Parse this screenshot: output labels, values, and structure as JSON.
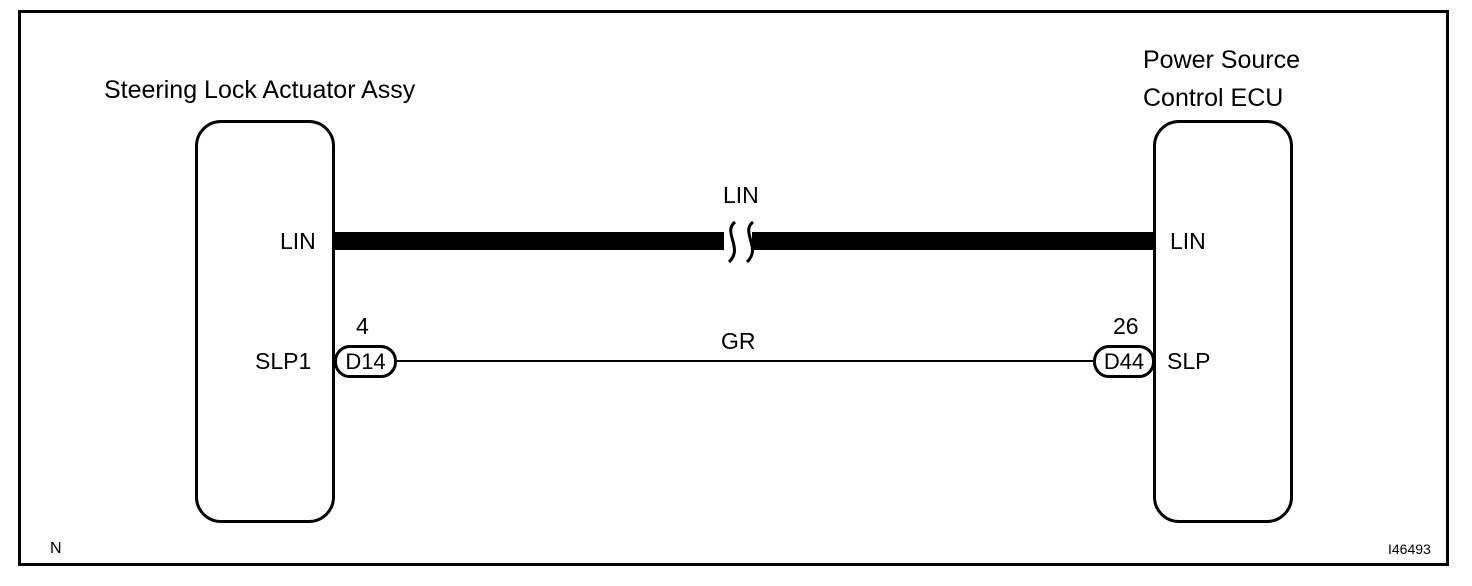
{
  "left_component": {
    "name": "Steering Lock Actuator Assy",
    "pin_lin": "LIN",
    "pin_slp": "SLP1",
    "connector": "D14",
    "pin_number": "4"
  },
  "right_component": {
    "name_line1": "Power Source",
    "name_line2": "Control ECU",
    "pin_lin": "LIN",
    "pin_slp": "SLP",
    "connector": "D44",
    "pin_number": "26"
  },
  "wires": {
    "lin_label": "LIN",
    "slp_color": "GR"
  },
  "footer": {
    "left_code": "N",
    "figure_id": "I46493"
  }
}
